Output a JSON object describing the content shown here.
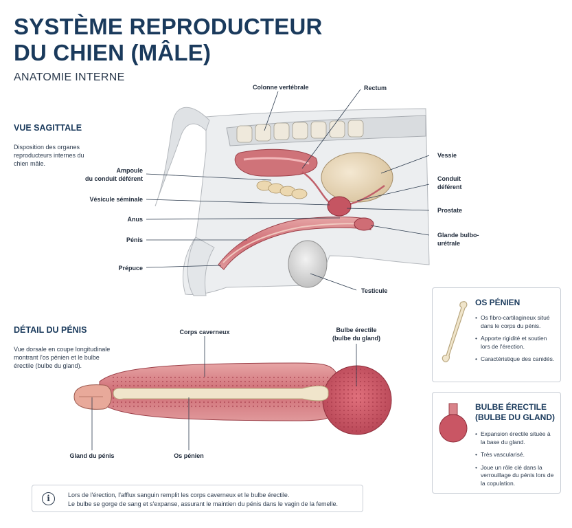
{
  "title_lines": [
    "SYSTÈME REPRODUCTEUR",
    "DU CHIEN (MÂLE)"
  ],
  "subtitle": "ANATOMIE INTERNE",
  "sagittal": {
    "heading": "VUE SAGITTALE",
    "description": "Disposition des organes reproducteurs internes du chien mâle.",
    "labels": {
      "colonne": "Colonne vertébrale",
      "rectum": "Rectum",
      "vessie": "Vessie",
      "ampoule_1": "Ampoule",
      "ampoule_2": "du conduit déférent",
      "vesicule": "Vésicule séminale",
      "conduit_1": "Conduit",
      "conduit_2": "déférent",
      "prostate": "Prostate",
      "anus": "Anus",
      "glande_1": "Glande bulbo-",
      "glande_2": "urétrale",
      "penis": "Pénis",
      "prepuce": "Prépuce",
      "testicule": "Testicule"
    }
  },
  "detail": {
    "heading": "DÉTAIL DU PÉNIS",
    "description": "Vue dorsale en coupe longitudinale montrant l'os pénien et le bulbe érectile (bulbe du gland).",
    "labels": {
      "corps": "Corps caverneux",
      "bulbe_1": "Bulbe érectile",
      "bulbe_2": "(bulbe du gland)",
      "gland": "Gland du pénis",
      "os": "Os pénien"
    }
  },
  "cards": {
    "os_penien": {
      "title": "OS PÉNIEN",
      "bullets": [
        "Os fibro-cartilagineux situé dans le corps du pénis.",
        "Apporte rigidité et soutien lors de l'érection.",
        "Caractéristique des canidés."
      ]
    },
    "bulbe": {
      "title_1": "BULBE ÉRECTILE",
      "title_2": "(BULBE DU GLAND)",
      "bullets": [
        "Expansion érectile située à la base du gland.",
        "Très vascularisé.",
        "Joue un rôle clé dans la verrouillage du pénis lors de la copulation."
      ]
    }
  },
  "info": {
    "icon": "info-icon",
    "line_1": "Lors de l'érection, l'afflux sanguin remplit les corps caverneux et le bulbe érectile.",
    "line_2": "Le bulbe se gorge de sang et s'expanse, assurant le maintien du pénis dans le vagin de la femelle."
  },
  "colors": {
    "title": "#1a3a5c",
    "tissue": "#d9838a",
    "bone": "#efe3c8",
    "bladder": "#e8d6b8"
  }
}
